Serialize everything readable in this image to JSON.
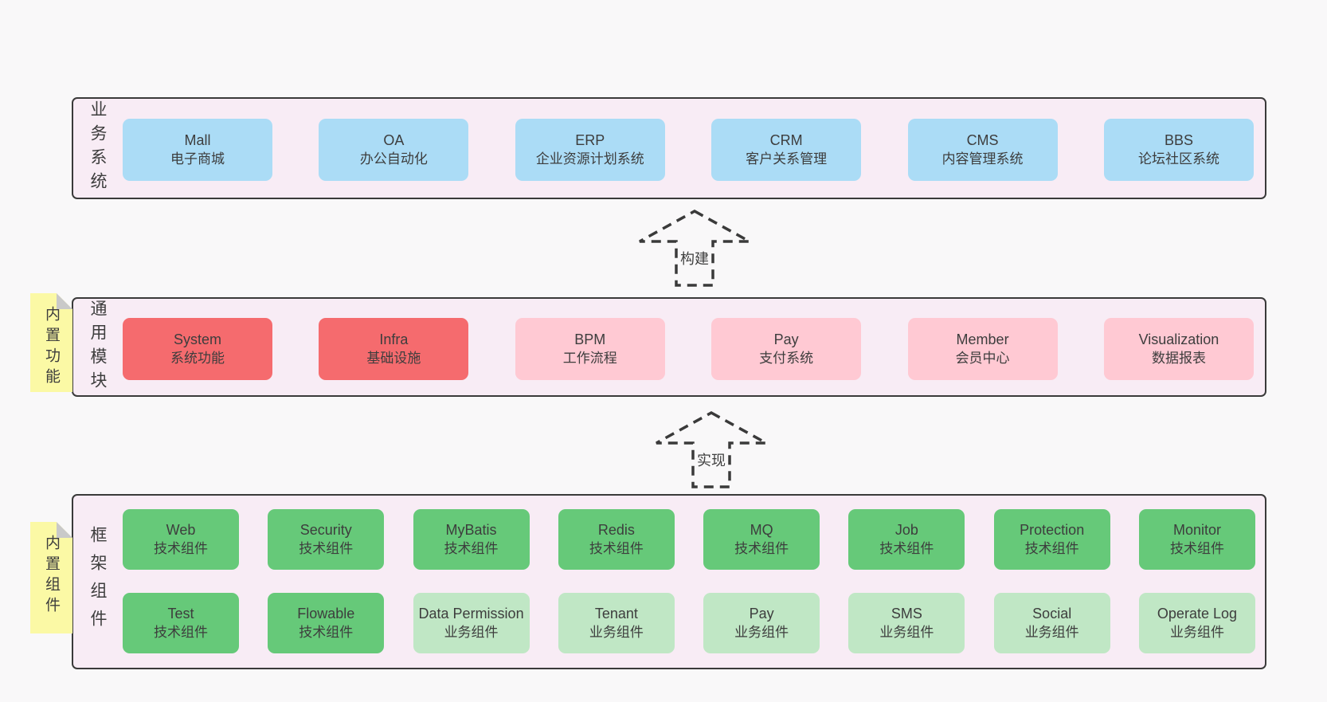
{
  "colors": {
    "page_bg": "#f9f8f9",
    "band_bg": "#f8ecf5",
    "band_border": "#3a3a3a",
    "blue": "#abdcf6",
    "red": "#f56b6e",
    "pink": "#ffc9d3",
    "green_dark": "#66c979",
    "green_light": "#c0e7c5",
    "sticky_yellow": "#fbf9a5",
    "text": "#3d3d3d"
  },
  "arrows": [
    {
      "label": "构建"
    },
    {
      "label": "实现"
    }
  ],
  "stickies": [
    {
      "label": "内置功能"
    },
    {
      "label": "内置组件"
    }
  ],
  "bands": [
    {
      "label": "业务系统",
      "boxes": [
        {
          "title": "Mall",
          "subtitle": "电子商城"
        },
        {
          "title": "OA",
          "subtitle": "办公自动化"
        },
        {
          "title": "ERP",
          "subtitle": "企业资源计划系统"
        },
        {
          "title": "CRM",
          "subtitle": "客户关系管理"
        },
        {
          "title": "CMS",
          "subtitle": "内容管理系统"
        },
        {
          "title": "BBS",
          "subtitle": "论坛社区系统"
        }
      ]
    },
    {
      "label": "通用模块",
      "boxes": [
        {
          "title": "System",
          "subtitle": "系统功能"
        },
        {
          "title": "Infra",
          "subtitle": "基础设施"
        },
        {
          "title": "BPM",
          "subtitle": "工作流程"
        },
        {
          "title": "Pay",
          "subtitle": "支付系统"
        },
        {
          "title": "Member",
          "subtitle": "会员中心"
        },
        {
          "title": "Visualization",
          "subtitle": "数据报表"
        }
      ]
    },
    {
      "label": "框架组件",
      "row1": [
        {
          "title": "Web",
          "subtitle": "技术组件"
        },
        {
          "title": "Security",
          "subtitle": "技术组件"
        },
        {
          "title": "MyBatis",
          "subtitle": "技术组件"
        },
        {
          "title": "Redis",
          "subtitle": "技术组件"
        },
        {
          "title": "MQ",
          "subtitle": "技术组件"
        },
        {
          "title": "Job",
          "subtitle": "技术组件"
        },
        {
          "title": "Protection",
          "subtitle": "技术组件"
        },
        {
          "title": "Monitor",
          "subtitle": "技术组件"
        }
      ],
      "row2": [
        {
          "title": "Test",
          "subtitle": "技术组件"
        },
        {
          "title": "Flowable",
          "subtitle": "技术组件"
        },
        {
          "title": "Data Permission",
          "subtitle": "业务组件"
        },
        {
          "title": "Tenant",
          "subtitle": "业务组件"
        },
        {
          "title": "Pay",
          "subtitle": "业务组件"
        },
        {
          "title": "SMS",
          "subtitle": "业务组件"
        },
        {
          "title": "Social",
          "subtitle": "业务组件"
        },
        {
          "title": "Operate Log",
          "subtitle": "业务组件"
        }
      ]
    }
  ]
}
